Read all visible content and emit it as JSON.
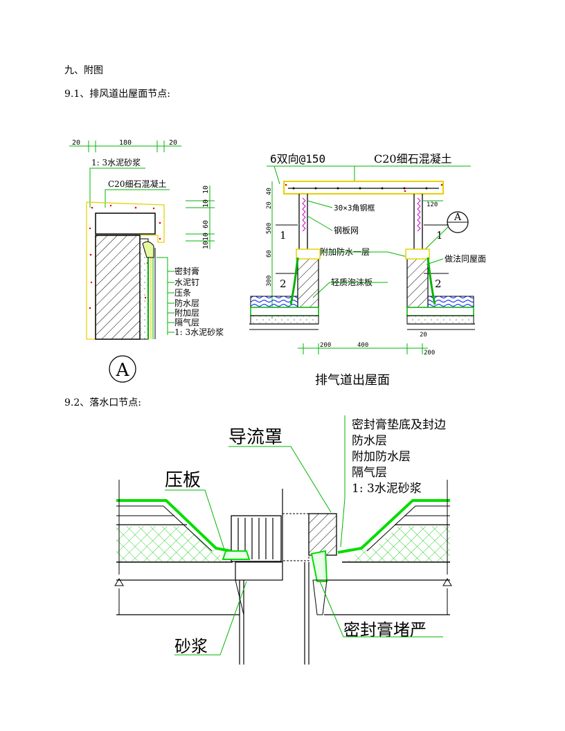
{
  "document": {
    "section_title": "九、附图",
    "sub_91": "9.1、排风道出屋面节点:",
    "sub_92": "9.2、落水口节点:"
  },
  "figure_detail_a": {
    "dims": [
      "20",
      "180",
      "20"
    ],
    "dims_right": [
      "10",
      "10",
      "60",
      "10",
      "10"
    ],
    "labels": [
      "1: 3水泥砂浆",
      "C20细石混凝土",
      "密封膏",
      "水泥钉",
      "压条",
      "防水层",
      "附加层",
      "隔气层",
      "1: 3水泥砂浆"
    ],
    "marker": "A"
  },
  "figure_vent": {
    "top_labels": [
      "6双向@150",
      "C20细石混凝土"
    ],
    "labels": [
      "30×3角钢框",
      "钢板网",
      "附加防水一层",
      "做法同屋面",
      "轻质泡沫板"
    ],
    "left_dims": [
      "40",
      "20",
      "500",
      "60",
      "300"
    ],
    "right_dim": "120",
    "zone_labels": [
      "1",
      "1",
      "2",
      "2"
    ],
    "bottom_dims": [
      "200",
      "400",
      "200"
    ],
    "small_dim": "20",
    "marker": "A",
    "caption": "排气道出屋面"
  },
  "figure_drain": {
    "labels": [
      "导流罩",
      "压板",
      "砂浆",
      "密封膏堵严"
    ],
    "layer_list": [
      "密封膏垫底及封边",
      "防水层",
      "附加防水层",
      "隔气层",
      "1: 3水泥砂浆"
    ]
  }
}
